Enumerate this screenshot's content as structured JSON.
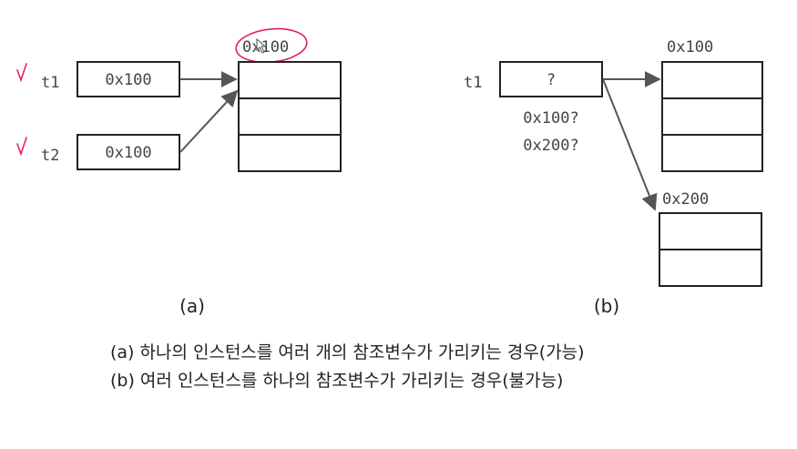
{
  "colors": {
    "annotation": "#e0206a",
    "stroke": "#222222",
    "arrow": "#555555",
    "text": "#444444"
  },
  "diagram_a": {
    "var1_name": "t1",
    "var1_value": "0x100",
    "var2_name": "t2",
    "var2_value": "0x100",
    "instance_address": "0x100",
    "label": "(a)"
  },
  "diagram_b": {
    "var_name": "t1",
    "var_value": "?",
    "guess1": "0x100?",
    "guess2": "0x200?",
    "instance1_address": "0x100",
    "instance2_address": "0x200",
    "label": "(b)"
  },
  "captions": {
    "a": "(a) 하나의 인스턴스를 여러 개의 참조변수가 가리키는 경우(가능)",
    "b": "(b) 여러 인스턴스를 하나의 참조변수가 가리키는 경우(불가능)"
  }
}
